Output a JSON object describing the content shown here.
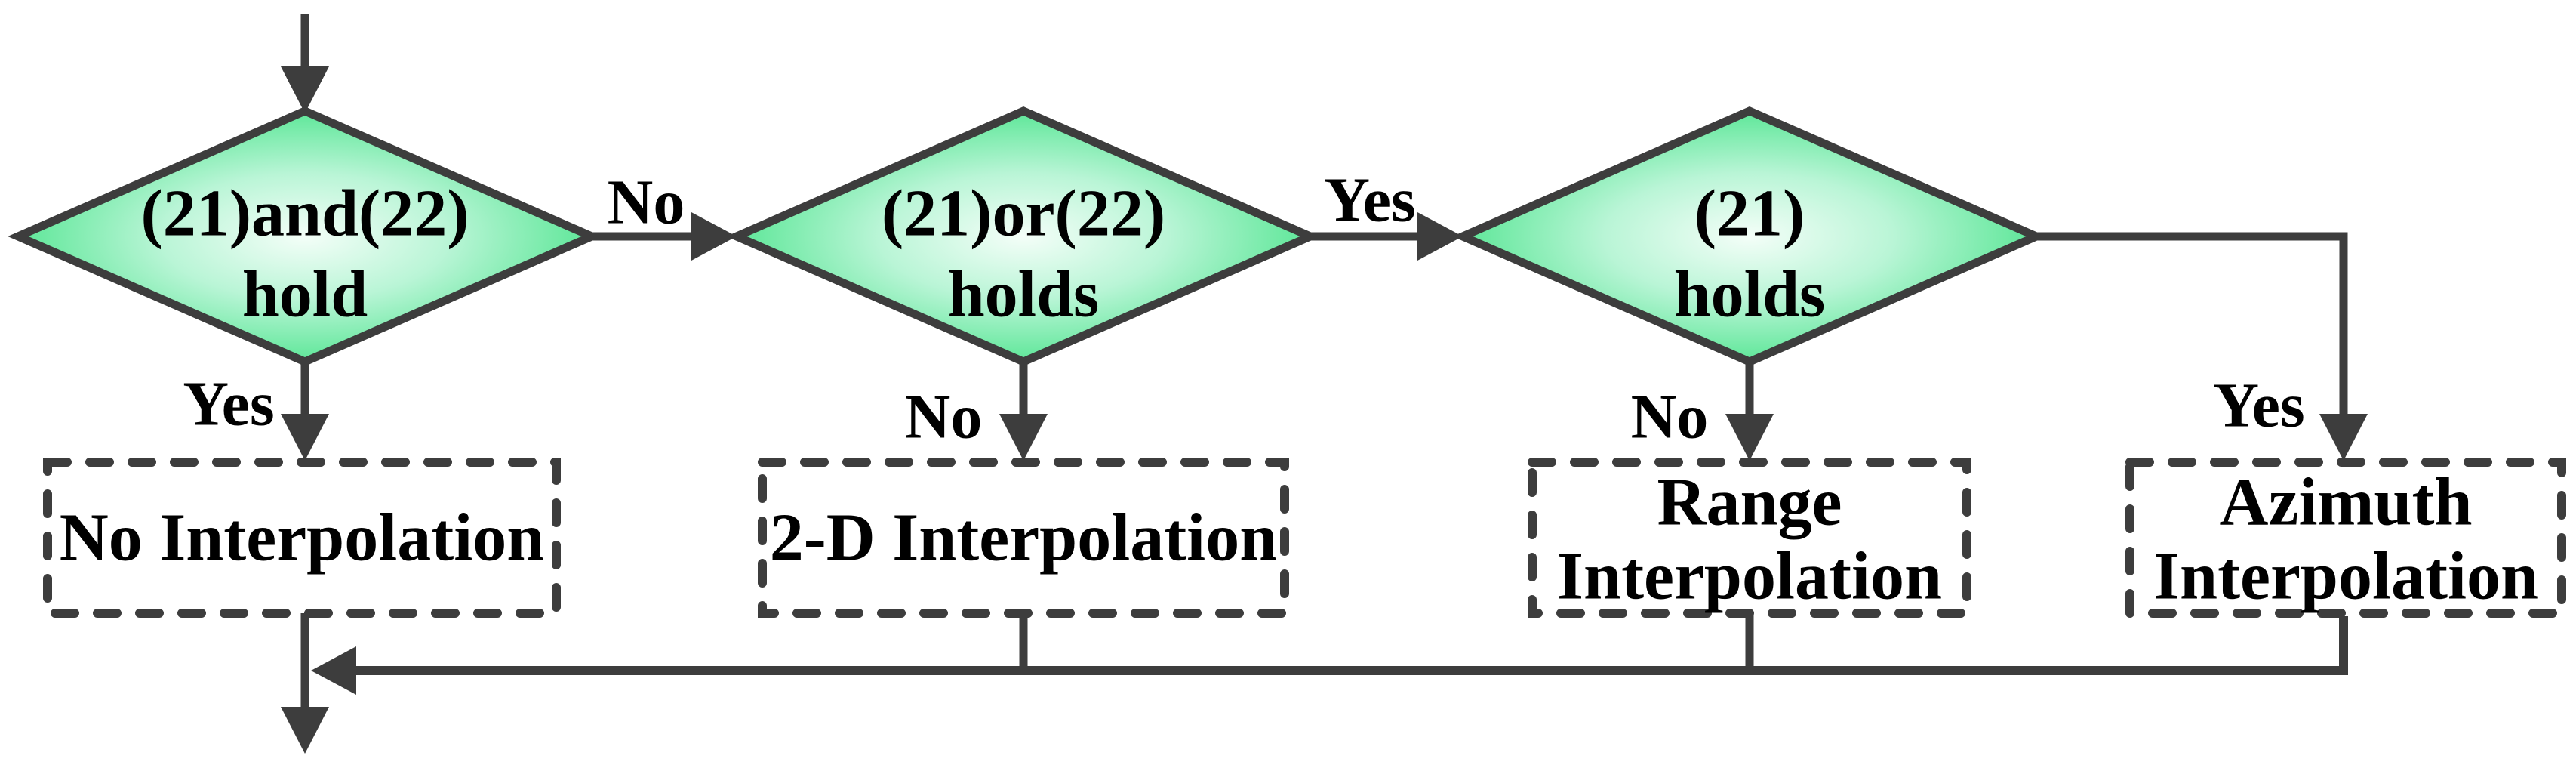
{
  "diagram": {
    "title": "interpolation-decision-flowchart",
    "decisions": [
      {
        "line1": "(21)and(22)",
        "line2": "hold"
      },
      {
        "line1": "(21)or(22)",
        "line2": "holds"
      },
      {
        "line1": "(21)",
        "line2": "holds"
      }
    ],
    "boxes": [
      {
        "line1": "No Interpolation",
        "line2": ""
      },
      {
        "line1": "2-D Interpolation",
        "line2": ""
      },
      {
        "line1": "Range",
        "line2": "Interpolation"
      },
      {
        "line1": "Azimuth",
        "line2": "Interpolation"
      }
    ],
    "labels": {
      "d1_yes": "Yes",
      "d1_no": "No",
      "d2_yes": "Yes",
      "d2_no": "No",
      "d3_yes": "Yes",
      "d3_no": "No"
    },
    "colors": {
      "line": "#3d3d3d",
      "green_edge": "#47e389",
      "green_mid": "#b9f5d6",
      "green_center": "#f4fef8",
      "text": "#000000",
      "background": "#ffffff"
    }
  }
}
